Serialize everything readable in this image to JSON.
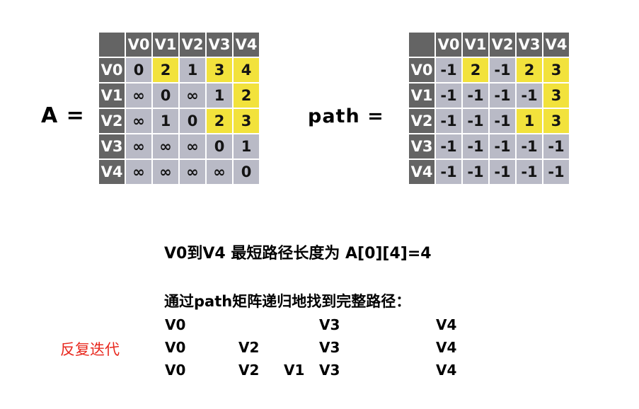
{
  "matrix_a": {
    "label": "A =",
    "col_headers": [
      "V0",
      "V1",
      "V2",
      "V3",
      "V4"
    ],
    "row_headers": [
      "V0",
      "V1",
      "V2",
      "V3",
      "V4"
    ],
    "cells": [
      [
        "0",
        "2",
        "1",
        "3",
        "4"
      ],
      [
        "∞",
        "0",
        "∞",
        "1",
        "2"
      ],
      [
        "∞",
        "1",
        "0",
        "2",
        "3"
      ],
      [
        "∞",
        "∞",
        "∞",
        "0",
        "1"
      ],
      [
        "∞",
        "∞",
        "∞",
        "∞",
        "0"
      ]
    ],
    "highlights": [
      [
        0,
        1
      ],
      [
        0,
        3
      ],
      [
        0,
        4
      ],
      [
        1,
        4
      ],
      [
        2,
        3
      ],
      [
        2,
        4
      ]
    ]
  },
  "matrix_path": {
    "label": "path =",
    "col_headers": [
      "V0",
      "V1",
      "V2",
      "V3",
      "V4"
    ],
    "row_headers": [
      "V0",
      "V1",
      "V2",
      "V3",
      "V4"
    ],
    "cells": [
      [
        "-1",
        "2",
        "-1",
        "2",
        "3"
      ],
      [
        "-1",
        "-1",
        "-1",
        "-1",
        "3"
      ],
      [
        "-1",
        "-1",
        "-1",
        "1",
        "3"
      ],
      [
        "-1",
        "-1",
        "-1",
        "-1",
        "-1"
      ],
      [
        "-1",
        "-1",
        "-1",
        "-1",
        "-1"
      ]
    ],
    "highlights": [
      [
        0,
        1
      ],
      [
        0,
        3
      ],
      [
        0,
        4
      ],
      [
        1,
        4
      ],
      [
        2,
        3
      ],
      [
        2,
        4
      ]
    ]
  },
  "notes": {
    "shortest_path_line": "V0到V4 最短路径长度为 A[0][4]=4",
    "recursion_line": "通过path矩阵递归地找到完整路径：",
    "iteration_label": "反复迭代"
  },
  "path_expansion": {
    "rows": [
      [
        "V0",
        "",
        "",
        "V3",
        "V4"
      ],
      [
        "V0",
        "V2",
        "",
        "V3",
        "V4"
      ],
      [
        "V0",
        "V2",
        "V1",
        "V3",
        "V4"
      ]
    ]
  },
  "colors": {
    "header_bg": "#646464",
    "cell_bg": "#b9bac6",
    "highlight_bg": "#f2e23c",
    "red_text": "#e8281e"
  }
}
